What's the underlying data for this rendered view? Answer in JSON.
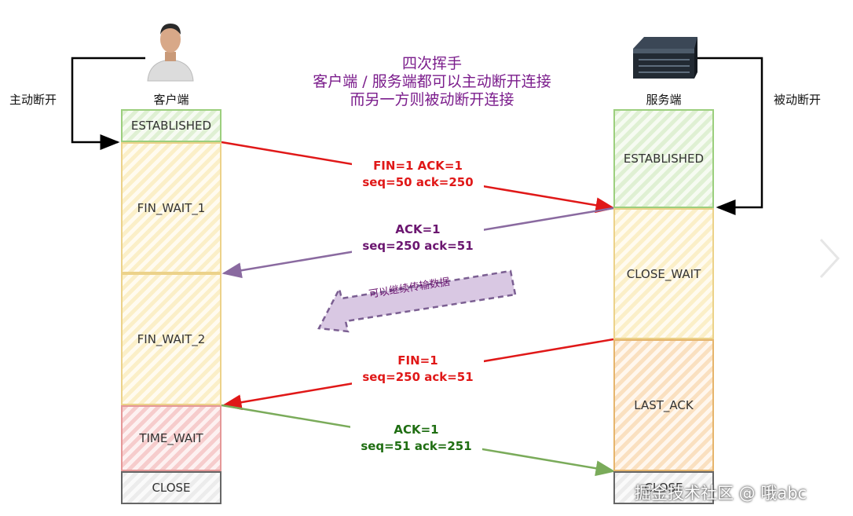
{
  "title": {
    "line1": "四次挥手",
    "line2": "客户端 / 服务端都可以主动断开连接",
    "line3": "而另一方则被动断开连接"
  },
  "client": {
    "label": "客户端",
    "side_label": "主动断开",
    "states": [
      "ESTABLISHED",
      "FIN_WAIT_1",
      "FIN_WAIT_2",
      "TIME_WAIT",
      "CLOSE"
    ]
  },
  "server": {
    "label": "服务端",
    "side_label": "被动断开",
    "states": [
      "ESTABLISHED",
      "CLOSE_WAIT",
      "LAST_ACK",
      "CLOSE"
    ]
  },
  "messages": [
    {
      "line1": "FIN=1  ACK=1",
      "line2": "seq=50 ack=250",
      "color": "#e01818"
    },
    {
      "line1": "ACK=1",
      "line2": "seq=250  ack=51",
      "color": "#6b1670"
    },
    {
      "line1": "FIN=1",
      "line2": "seq=250  ack=51",
      "color": "#e01818"
    },
    {
      "line1": "ACK=1",
      "line2": "seq=51  ack=251",
      "color": "#1f6e12"
    }
  ],
  "data_transfer_label": "可以继续传输数据",
  "watermark": "掘金技术社区 @ 哦abc",
  "icons": {
    "client": "user-icon",
    "server": "server-icon",
    "next": "chevron-right-icon"
  }
}
